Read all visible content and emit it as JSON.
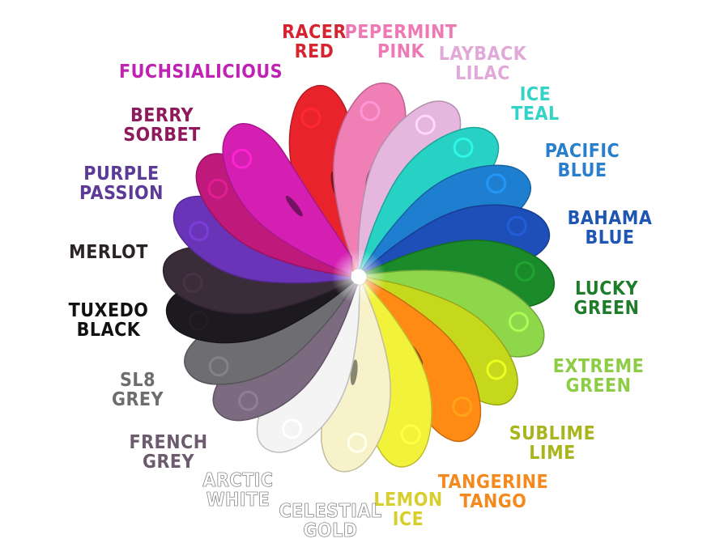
{
  "colors": [
    {
      "name": "Racer Red",
      "lines": [
        "RACER",
        "RED"
      ],
      "hex": "#e8232b",
      "text": "#d62330"
    },
    {
      "name": "Pepermint Pink",
      "lines": [
        "PEPERMINT",
        "PINK"
      ],
      "hex": "#f07fb6",
      "text": "#ee79b4"
    },
    {
      "name": "Layback Lilac",
      "lines": [
        "LAYBACK",
        "LILAC"
      ],
      "hex": "#e6b7de",
      "text": "#e0a9d8"
    },
    {
      "name": "Ice Teal",
      "lines": [
        "ICE",
        "TEAL"
      ],
      "hex": "#27d1c4",
      "text": "#35d2c8"
    },
    {
      "name": "Pacific Blue",
      "lines": [
        "PACIFIC",
        "BLUE"
      ],
      "hex": "#1e7fd0",
      "text": "#2a7fcd"
    },
    {
      "name": "Bahama Blue",
      "lines": [
        "BAHAMA",
        "BLUE"
      ],
      "hex": "#1e4fb8",
      "text": "#1f56b3"
    },
    {
      "name": "Lucky Green",
      "lines": [
        "LUCKY",
        "GREEN"
      ],
      "hex": "#1b8a2a",
      "text": "#1f7c2a"
    },
    {
      "name": "Extreme Green",
      "lines": [
        "EXTREME",
        "GREEN"
      ],
      "hex": "#8ed64a",
      "text": "#8ccd45"
    },
    {
      "name": "Sublime Lime",
      "lines": [
        "SUBLIME",
        "LIME"
      ],
      "hex": "#c6d81c",
      "text": "#a9b51c"
    },
    {
      "name": "Tangerine Tango",
      "lines": [
        "TANGERINE",
        "TANGO"
      ],
      "hex": "#ff8a14",
      "text": "#f48a1e"
    },
    {
      "name": "Lemon Ice",
      "lines": [
        "LEMON",
        "ICE"
      ],
      "hex": "#f3f23a",
      "text": "#d9cf2c"
    },
    {
      "name": "Celestial Gold",
      "lines": [
        "CELESTIAL",
        "GOLD"
      ],
      "hex": "#f7f2c9",
      "text": "#ffffff"
    },
    {
      "name": "Arctic White",
      "lines": [
        "ARCTIC",
        "WHITE"
      ],
      "hex": "#f4f4f4",
      "text": "#ffffff"
    },
    {
      "name": "French Grey",
      "lines": [
        "FRENCH",
        "GREY"
      ],
      "hex": "#7b6a80",
      "text": "#6c5b6c"
    },
    {
      "name": "SL8 Grey",
      "lines": [
        "SL8",
        "GREY"
      ],
      "hex": "#6e6e72",
      "text": "#6d6d6f"
    },
    {
      "name": "Tuxedo Black",
      "lines": [
        "TUXEDO",
        "BLACK"
      ],
      "hex": "#1c1a1f",
      "text": "#111111"
    },
    {
      "name": "Merlot",
      "lines": [
        "MERLOT"
      ],
      "hex": "#3b2c3a",
      "text": "#2b2324"
    },
    {
      "name": "Purple Passion",
      "lines": [
        "PURPLE",
        "PASSION"
      ],
      "hex": "#6a34b8",
      "text": "#5c3a95"
    },
    {
      "name": "Berry Sorbet",
      "lines": [
        "BERRY",
        "SORBET"
      ],
      "hex": "#c0197c",
      "text": "#8e1a5d"
    },
    {
      "name": "Fuchsialicious",
      "lines": [
        "FUCHSIALICIOUS"
      ],
      "hex": "#d51fb2",
      "text": "#c022b4"
    }
  ]
}
